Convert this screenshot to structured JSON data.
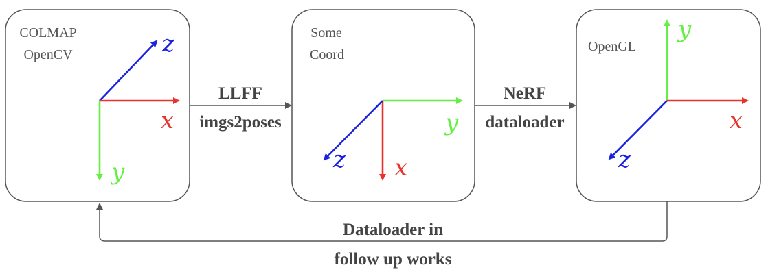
{
  "boxes": [
    {
      "lines": [
        "COLMAP",
        "OpenCV"
      ],
      "axes": {
        "x": "x",
        "y": "y",
        "z": "z"
      }
    },
    {
      "lines": [
        "Some",
        "Coord"
      ],
      "axes": {
        "x": "x",
        "y": "y",
        "z": "z"
      }
    },
    {
      "lines": [
        "OpenGL"
      ],
      "axes": {
        "x": "x",
        "y": "y",
        "z": "z"
      }
    }
  ],
  "edges": {
    "llff": [
      "LLFF",
      "imgs2poses"
    ],
    "nerf": [
      "NeRF",
      "dataloader"
    ],
    "loop": [
      "Dataloader in",
      "follow up works"
    ]
  },
  "colors": {
    "x": "#e8322c",
    "y": "#66ee44",
    "z": "#1a22dd",
    "box_stroke": "#555555",
    "connector": "#555555"
  }
}
